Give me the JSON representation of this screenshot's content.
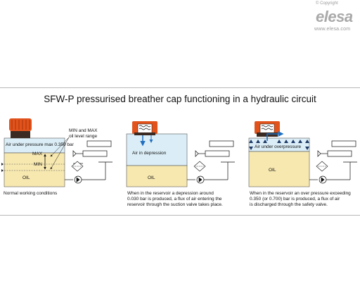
{
  "brand": {
    "copyright": "© Copyright",
    "logo": "elesa",
    "website": "www.elesa.com"
  },
  "title": "SFW-P pressurised breather cap functioning in a hydraulic circuit",
  "panels": [
    {
      "top_label": "Air under pressure max 0.350 bar",
      "max_label": "MAX",
      "min_label": "MIN",
      "range_label_1": "MIN and MAX",
      "range_label_2": "oil level range",
      "oil_label": "OIL",
      "caption": [
        "Normal working conditions"
      ]
    },
    {
      "air_label": "Air in depression",
      "oil_label": "OIL",
      "caption": [
        "When in the reservoir a depression around",
        "0.030 bar is produced, a flux of air entering the",
        "reservoir through the suction valve takes place."
      ]
    },
    {
      "air_label": "Air under overpressure",
      "oil_label": "OIL",
      "caption": [
        "When in the reservoir an over pressure exceeding",
        "0.350 (or 0.700) bar is produced, a flux of air",
        "is discharged through the safety valve."
      ]
    }
  ],
  "colors": {
    "oil": "#f7e8b0",
    "air": "#dbedf6",
    "cap_orange": "#e2531c",
    "cap_dark": "#3a2a22",
    "flow_arrow": "#1f6fc0"
  }
}
